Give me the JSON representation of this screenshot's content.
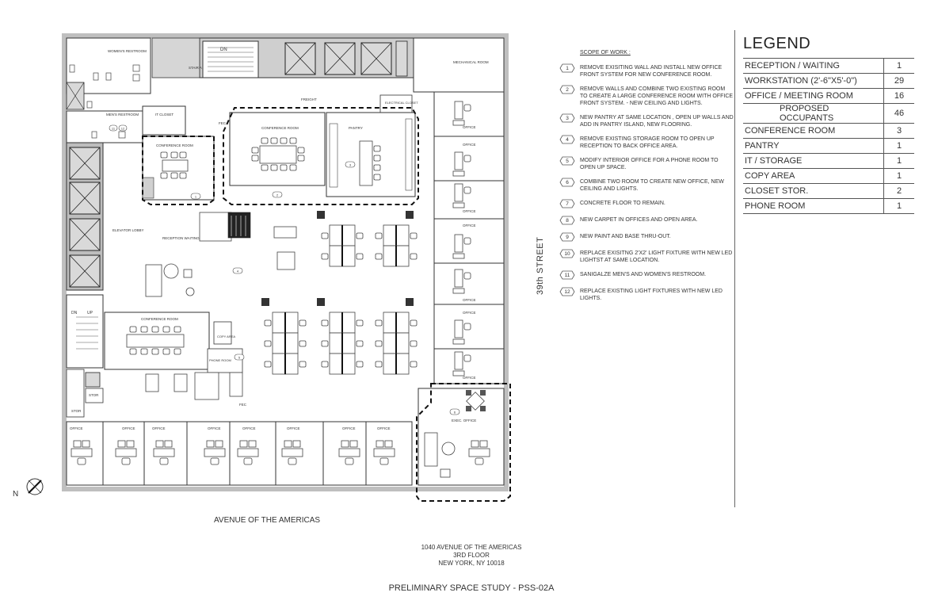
{
  "plan": {
    "rooms": {
      "womens_restroom": "WOMEN'S RESTROOM",
      "mens_restroom": "MEN'S RESTROOM",
      "stair_a": "STAIR A",
      "dn": "DN",
      "up": "UP",
      "it_closet": "IT CLOSET",
      "freight": "FREIGHT",
      "elevator": "ELEV",
      "electrical": "ELECTRICAL CLOSET",
      "mechanical": "MECHANICAL ROOM",
      "fec": "FEC",
      "conference_room": "CONFERENCE ROOM",
      "pantry": "PANTRY",
      "elevator_lobby": "ELEVATOR LOBBY",
      "reception": "RECEPTION WAITING",
      "copy_area": "COPY AREA",
      "phone_room": "PHONE ROOM",
      "stor": "STOR",
      "office": "OFFICE",
      "exec_office": "EXEC. OFFICE"
    },
    "tags": [
      "1",
      "2",
      "3",
      "4",
      "5",
      "6",
      "8",
      "11",
      "12"
    ]
  },
  "scope": {
    "title": "SCOPE OF WORK :",
    "items": [
      {
        "num": "1",
        "text": "REMOVE EXISITING WALL AND INSTALL NEW OFFICE FRONT SYSTEM FOR NEW CONFERENCE ROOM."
      },
      {
        "num": "2",
        "text": "REMOVE WALLS AND COMBINE TWO EXISTING ROOM TO CREATE A LARGE CONFERENCE ROOM WITH OFFICE FRONT SYSTEM. - NEW CEILING AND LIGHTS."
      },
      {
        "num": "3",
        "text": "NEW PANTRY AT SAME LOCATION , OPEN UP WALLS AND ADD IN PANTRY ISLAND, NEW FLOORING."
      },
      {
        "num": "4",
        "text": "REMOVE EXISTING STORAGE ROOM TO OPEN UP RECEPTION TO BACK OFFICE AREA."
      },
      {
        "num": "5",
        "text": "MODIFY INTERIOR OFFICE FOR A PHONE ROOM TO OPEN UP SPACE."
      },
      {
        "num": "6",
        "text": "COMBINE TWO ROOM TO CREATE NEW OFFICE, NEW CEILING AND LIGHTS."
      },
      {
        "num": "7",
        "text": "CONCRETE FLOOR TO REMAIN."
      },
      {
        "num": "8",
        "text": "NEW CARPET IN OFFICES AND OPEN AREA."
      },
      {
        "num": "9",
        "text": "NEW PAINT AND BASE THRU-OUT."
      },
      {
        "num": "10",
        "text": "REPLACE EXISITNG 2'X2' LIGHT FIXTURE WITH NEW LED LIGHTST AT SAME LOCATION."
      },
      {
        "num": "11",
        "text": "SANIGALZE MEN'S AND WOMEN'S RESTROOM."
      },
      {
        "num": "12",
        "text": "REPLACE EXISTING LIGHT FIXTURES WITH NEW LED LIGHTS."
      }
    ]
  },
  "legend": {
    "title": "LEGEND",
    "rows": [
      {
        "name": "RECEPTION / WAITING",
        "count": "1"
      },
      {
        "name": "WORKSTATION (2'-6\"X5'-0\")",
        "count": "29"
      },
      {
        "name": "OFFICE / MEETING ROOM",
        "count": "16"
      },
      {
        "name": "PROPOSED OCCUPANTS",
        "count": "46"
      },
      {
        "name": "CONFERENCE ROOM",
        "count": "3"
      },
      {
        "name": "PANTRY",
        "count": "1"
      },
      {
        "name": "IT / STORAGE",
        "count": "1"
      },
      {
        "name": "COPY AREA",
        "count": "1"
      },
      {
        "name": "CLOSET STOR.",
        "count": "2"
      },
      {
        "name": "PHONE ROOM",
        "count": "1"
      }
    ]
  },
  "street": "39th STREET",
  "avenue": "AVENUE OF THE AMERICAS",
  "address": {
    "line1": "1040 AVENUE OF THE AMERICAS",
    "line2": "3RD FLOOR",
    "line3": "NEW YORK, NY 10018"
  },
  "study_title": "PRELIMINARY SPACE STUDY - PSS-02A",
  "north_label": "N"
}
